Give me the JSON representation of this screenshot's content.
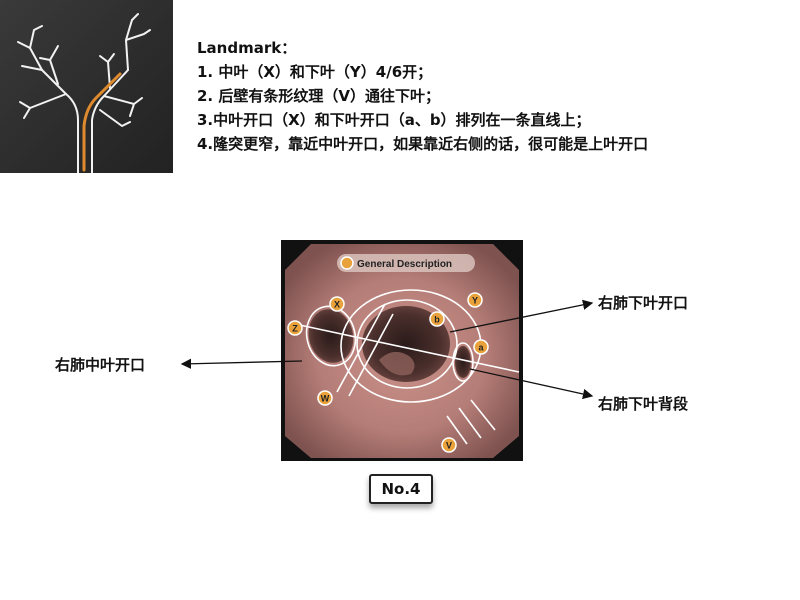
{
  "notes": {
    "heading": "Landmark：",
    "lines": [
      "1. 中叶（X）和下叶（Y）4/6开；",
      "2. 后壁有条形纹理（V）通往下叶；",
      "3.中叶开口（X）和下叶开口（a、b）排列在一条直线上；",
      "4.隆突更窄，靠近中叶开口，如果靠近右侧的话，很可能是上叶开口"
    ]
  },
  "scope": {
    "caption": "General Description",
    "markers": [
      "X",
      "Y",
      "Z",
      "b",
      "a",
      "W",
      "V"
    ]
  },
  "callouts": {
    "right_middle_lobe": "右肺中叶开口",
    "right_lower_lobe": "右肺下叶开口",
    "right_lower_lobe_superior": "右肺下叶背段"
  },
  "badge": {
    "label": "No.4"
  },
  "colors": {
    "thumb_path": "#e08a2e",
    "marker_fill": "#e9a23b",
    "scope_tissue": "#b9807a"
  }
}
